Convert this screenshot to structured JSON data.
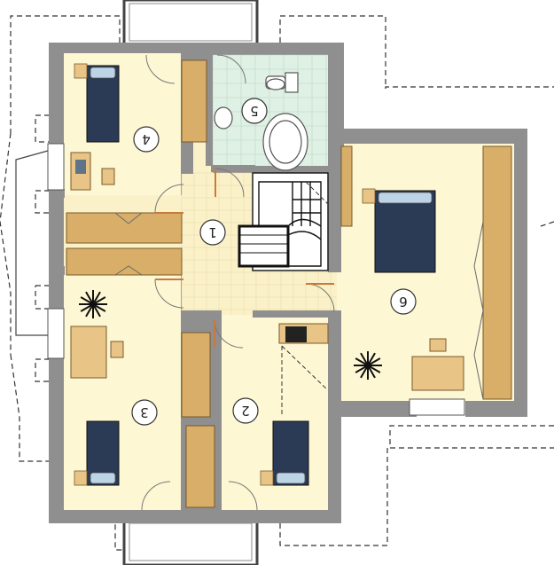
{
  "colors": {
    "wall": "#8f8f8f",
    "floor": "#fdf7d4",
    "hall_tile": "#fbf1c8",
    "bath_tile": "#dff0e4",
    "wood": "#d8ae68",
    "bed": "#2b3a55",
    "pillow": "#bdd4e6",
    "door": "#c87a3c",
    "dash": "#333333",
    "stair": "#111111"
  },
  "rooms": [
    {
      "id": "hall",
      "number": "1"
    },
    {
      "id": "room2",
      "number": "2"
    },
    {
      "id": "room3",
      "number": "3"
    },
    {
      "id": "room4",
      "number": "4"
    },
    {
      "id": "bath",
      "number": "5"
    },
    {
      "id": "room6",
      "number": "6"
    }
  ]
}
